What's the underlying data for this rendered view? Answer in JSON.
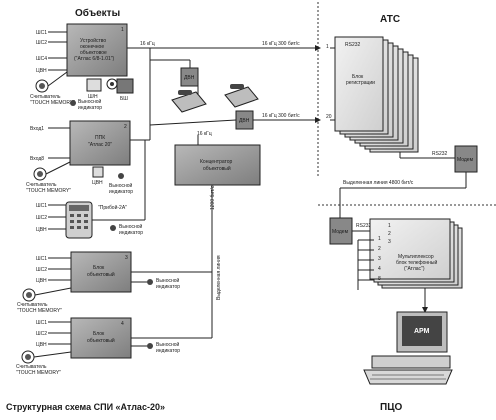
{
  "headers": {
    "objects": "Объекты",
    "ats": "АТС",
    "pco": "ПЦО"
  },
  "caption": "Структурная схема СПИ «Атлас-20»",
  "blocks": {
    "device1": [
      "Устройство",
      "оконечное",
      "объектовое",
      "(\"Атлас 6/8-1.01\")"
    ],
    "device1_num": "1",
    "ppk": [
      "ППК",
      "\"Атлас 20\""
    ],
    "ppk_num": "2",
    "block_obj3": [
      "Блок",
      "объектовый"
    ],
    "block_obj3_num": "3",
    "block_obj4": [
      "Блок",
      "объектовый"
    ],
    "block_obj4_num": "4",
    "concentrator": [
      "Концентратор",
      "объектовый"
    ],
    "sh_small": "Ш/Н",
    "bsh": "БШ",
    "registration": [
      "Блок",
      "регистрации"
    ],
    "modem_ats": "Модем",
    "modem_pco": "Модем",
    "multiplexer": [
      "Мультиплексор",
      "блок телефонный",
      "(\"Атлас\")"
    ],
    "arm": "АРМ"
  },
  "labels": {
    "sh1": "ШС1",
    "sh2": "ШС2",
    "sh4": "ШС4",
    "tsn": "ЦВН",
    "vhod1": "Вход1",
    "vhod8": "Вход8",
    "tsn1": "ЦВН",
    "sh1b": "ШС1",
    "sh2b": "ШС2",
    "tsnb": "ЦВН",
    "sh1c": "ШС1",
    "sh2c": "ШС2",
    "tsnc": "ЦВН",
    "sh1d": "ШС1",
    "sh2d": "ШС2",
    "tsnd": "ЦВН",
    "reader1": [
      "Считыватель",
      "\"TOUCH MEMORY\""
    ],
    "reader2": [
      "Считыватель",
      "\"TOUCH MEMORY\""
    ],
    "reader3": [
      "Считыватель",
      "\"TOUCH MEMORY\""
    ],
    "reader4": [
      "Считыватель",
      "\"TOUCH MEMORY\""
    ],
    "indicator1": [
      "Выносной",
      "индикатор"
    ],
    "indicator2": [
      "Выносной",
      "индикатор"
    ],
    "indicator3": [
      "Выносной",
      "индикатор"
    ],
    "indicator4": [
      "Выносной",
      "индикатор"
    ],
    "indicator5": [
      "Выносной",
      "индикатор"
    ],
    "priboj": "\"Прибой-2А\"",
    "dsn": "ДВН",
    "f16a": "16 кГц",
    "f16b": "16 кГц",
    "line1": "16 кГц 300 бит/с",
    "line2": "16 кГц 300 бит/с",
    "rs232a": "RS232",
    "rs232b": "RS232",
    "rs232c": "RS232",
    "ded_line": "Выделенная линия 4800 бит/с",
    "rate1200": "1200 бит/с",
    "ded_vert": "Выделенная линия",
    "n1": "1",
    "n20": "20",
    "m1": "1",
    "m2": "2",
    "m3": "3",
    "m4": "4",
    "m8": "8",
    "n1b": "1",
    "n2b": "2",
    "n3b": "3"
  }
}
